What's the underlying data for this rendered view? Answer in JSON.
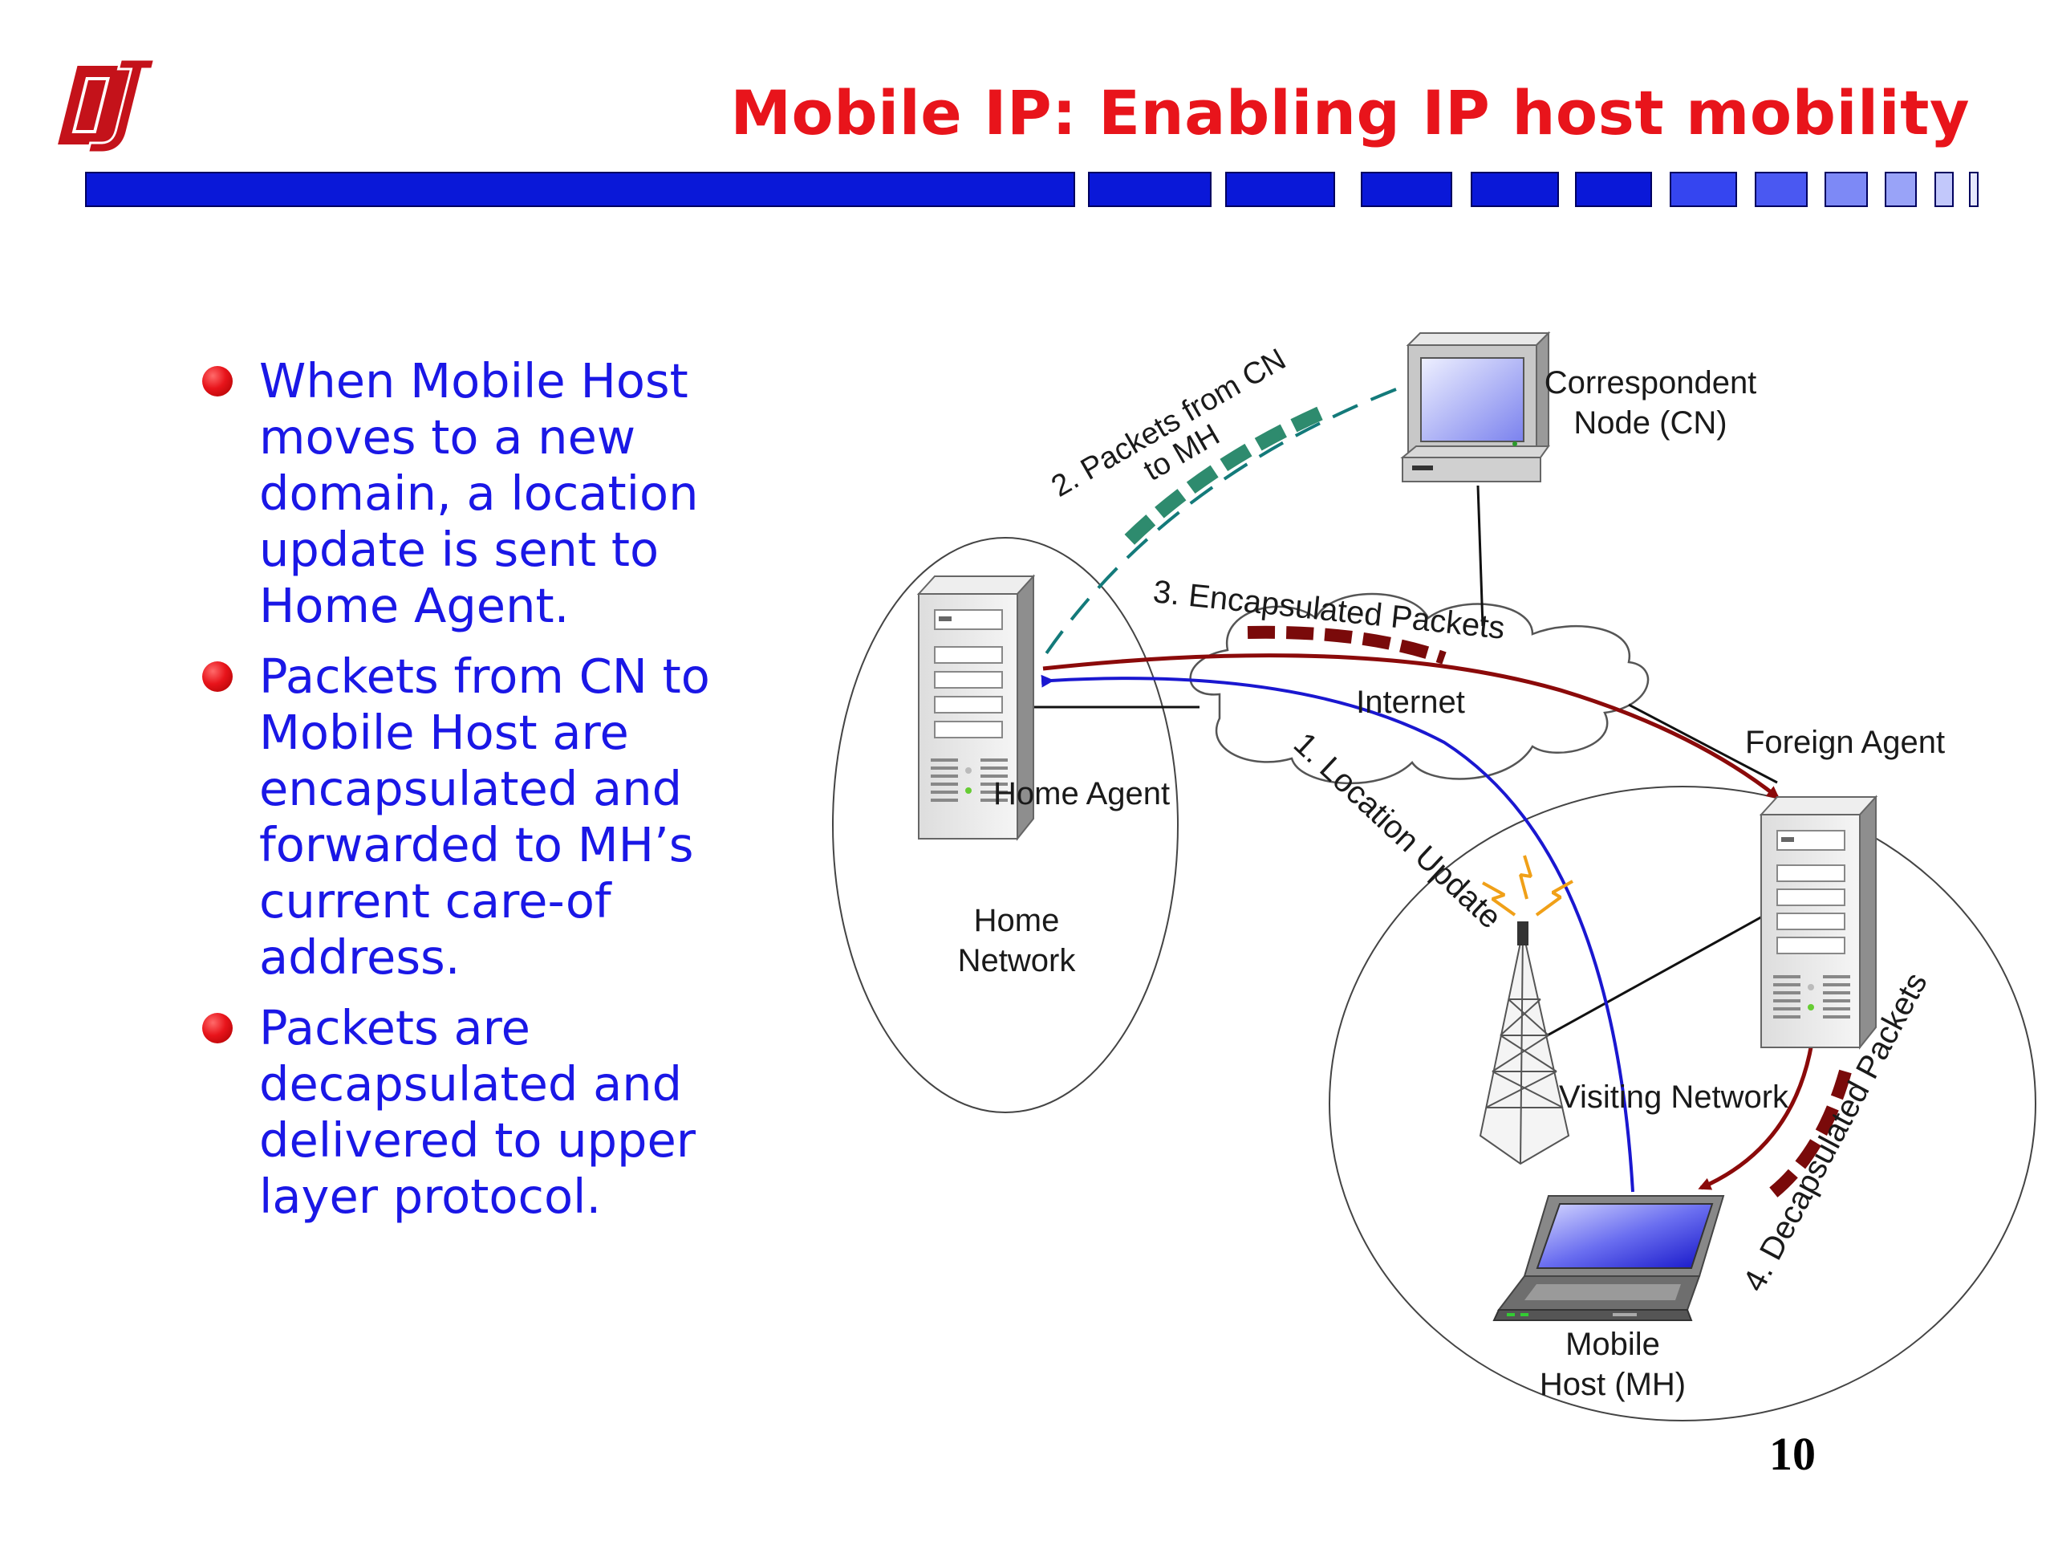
{
  "slide": {
    "title": "Mobile IP: Enabling IP host mobility",
    "page_number": "10",
    "colors": {
      "title": "#e8141b",
      "bullet_text": "#1a17e6",
      "bar": "#0a18d8"
    }
  },
  "bullets": [
    {
      "text": "When Mobile Host\nmoves to a new\ndomain, a location\nupdate is sent to\nHome Agent."
    },
    {
      "text": "Packets from CN to\nMobile Host are\nencapsulated and\nforwarded to MH’s\ncurrent care-of\naddress."
    },
    {
      "text": "Packets are\ndecapsulated and\ndelivered to upper\nlayer protocol."
    }
  ],
  "diagram": {
    "nodes": {
      "cn_line1": "Correspondent",
      "cn_line2": "Node (CN)",
      "internet": "Internet",
      "foreign_agent": "Foreign Agent",
      "home_agent": "Home Agent",
      "home_network_line1": "Home",
      "home_network_line2": "Network",
      "visiting_network": "Visiting Network",
      "mh_line1": "Mobile",
      "mh_line2": "Host (MH)"
    },
    "steps": {
      "step1": "1. Location Update",
      "step2_line1": "2. Packets from CN",
      "step2_line2": "to MH",
      "step3": "3. Encapsulated Packets",
      "step4": "4. Decapsulated Packets"
    },
    "colors": {
      "location_update": "#1a17d0",
      "encapsulated": "#8b0a0a",
      "cn_packets": "#2e8b6e",
      "cn_dash": "#137a7a"
    }
  }
}
